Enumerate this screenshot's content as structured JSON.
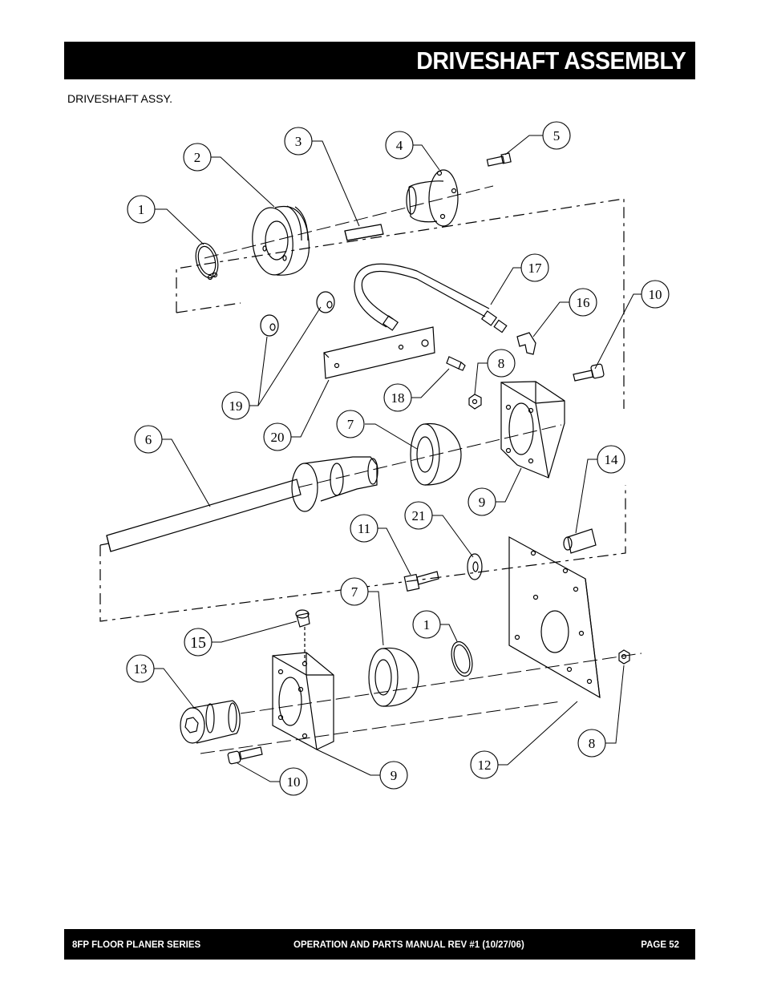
{
  "header": {
    "title": "DRIVESHAFT ASSEMBLY"
  },
  "subtitle": "DRIVESHAFT ASSY.",
  "callouts": {
    "c1a": "1",
    "c2": "2",
    "c3": "3",
    "c4": "4",
    "c5": "5",
    "c17": "17",
    "c16": "16",
    "c10a": "10",
    "c8a": "8",
    "c18": "18",
    "c19": "19",
    "c20": "20",
    "c6": "6",
    "c7a": "7",
    "c9a": "9",
    "c14": "14",
    "c21": "21",
    "c11": "11",
    "c7b": "7",
    "c1b": "1",
    "c15": "15",
    "c13": "13",
    "c9b": "9",
    "c10b": "10",
    "c12": "12",
    "c8b": "8"
  },
  "footer": {
    "left": "8FP FLOOR PLANER SERIES",
    "center": "OPERATION AND PARTS MANUAL REV #1 (10/27/06)",
    "right": "PAGE 52"
  }
}
